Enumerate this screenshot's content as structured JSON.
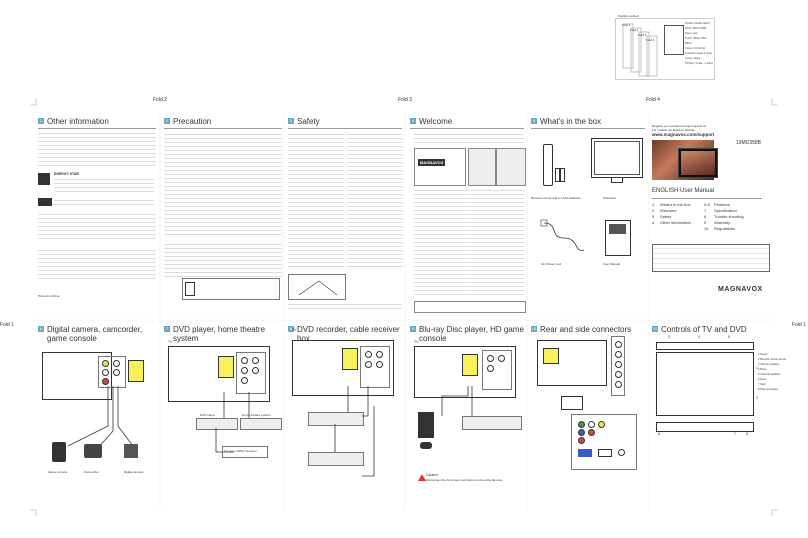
{
  "top_right_box": {
    "folding_label": "Folding method",
    "fold_labels": [
      "Fold 1",
      "Fold 2",
      "Fold 3",
      "Fold 4"
    ],
    "spec_lines": [
      "Product Details NEXT",
      "Work: 00M771598",
      "Paper size:",
      "Finish: 400/m 50% White",
      "Colour: 1C/4C/4C",
      "Imposed repeat 1 (one)",
      "Colour: black",
      "Printing: 4-side - 4 sides"
    ]
  },
  "fold_markers": {
    "fold2": "Fold 2",
    "fold3": "Fold 3",
    "fold4": "Fold 4",
    "fold1_left": "Fold 1",
    "fold1_right": "Fold 1"
  },
  "top_row": [
    {
      "num": "1",
      "title": "Other information"
    },
    {
      "num": "2",
      "title": "Precaution"
    },
    {
      "num": "3",
      "title": "Safety"
    },
    {
      "num": "4",
      "title": "Welcome"
    },
    {
      "num": "5",
      "title": "What's in the box"
    }
  ],
  "bottom_row": [
    {
      "num": "6",
      "title": "Digital camera, camcorder, game console"
    },
    {
      "num": "7",
      "title": "DVD player, home theatre system"
    },
    {
      "num": "8",
      "title": "DVD recorder, cable receiver box"
    },
    {
      "num": "9",
      "title": "Blu-ray Disc player, HD game console"
    },
    {
      "num": "10",
      "title": "Rear and side connectors"
    },
    {
      "num": "11",
      "title": "Controls of TV and DVD"
    }
  ],
  "cover": {
    "register_line1": "Register your product and get support at",
    "register_line2": "For models not listed on website",
    "url": "www.magnavox.com/support",
    "model": "19MD358B",
    "manual_title": "ENGLISH User Manual",
    "index": [
      {
        "n": "1",
        "label": "What's in the box",
        "p": "5-6",
        "label2": "Features"
      },
      {
        "n": "2",
        "label": "Welcome",
        "p": "7",
        "label2": "Specification"
      },
      {
        "n": "3",
        "label": "Safety",
        "p": "8",
        "label2": "Trouble shooting"
      },
      {
        "n": "4",
        "label": "Other information",
        "p": "9",
        "label2": "Warranty"
      },
      {
        "n": "",
        "label": "",
        "p": "10",
        "label2": "Regulations"
      }
    ],
    "brand": "MAGNAVOX"
  },
  "box_contents": {
    "remote_label": "Remote control and 2 x AAA batteries",
    "tv_label": "Television",
    "cord_label": "AC Power cord",
    "manual_label": "User Manual"
  },
  "camera_panel": {
    "game_label": "Game console",
    "camcorder_label": "Camcorder",
    "digital_label": "Digital camera"
  },
  "dvd_panel": {
    "tv_label": "TV",
    "dvd_player_label": "DVD player",
    "home_theatre_label": "Home theatre system",
    "cable_label": "TV, set or HDMI connector"
  },
  "recorder_panel": {
    "tv_label": "TV"
  },
  "bluray_panel": {
    "tv_label": "TV",
    "caution_title": "Caution",
    "caution_text": "Disconnect the AC power cord before connecting devices."
  },
  "controls_panel": {
    "callouts": [
      "1",
      "2",
      "3",
      "4",
      "5",
      "6",
      "7",
      "8"
    ],
    "legend": [
      "1 Power",
      "2 Remote control sensor",
      "3 Volume up/down",
      "4 Menu",
      "5 Channel up/down",
      "6 Open",
      "7 Stop",
      "8 Play and pause"
    ]
  },
  "misc": {
    "printed_in": "Printed in China",
    "welcome_brand": "MAGNAVOX",
    "energy_star_label": "ENERGY STAR"
  }
}
